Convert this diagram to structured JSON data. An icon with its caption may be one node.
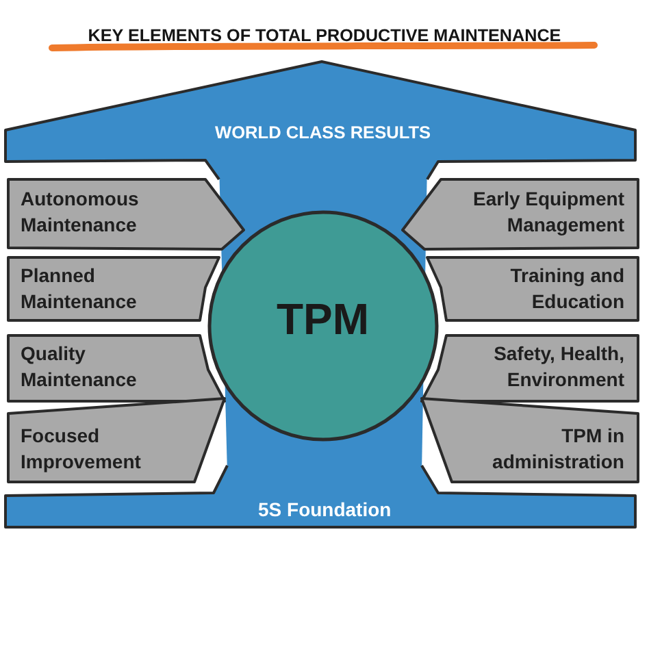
{
  "diagram": {
    "title": "KEY ELEMENTS OF TOTAL PRODUCTIVE MAINTENANCE",
    "nodes": [
      {
        "text": [
          "WORLD CLASS RESULTS"
        ]
      },
      {
        "text": [
          "Autonomous Maintenance"
        ]
      },
      {
        "text": [
          "Early Equipment Management"
        ]
      },
      {
        "text": [
          "Planned Maintenance"
        ]
      },
      {
        "text": [
          "Training and Education"
        ]
      },
      {
        "text": [
          "TPM"
        ]
      },
      {
        "text": [
          "Quality Maintenance"
        ]
      },
      {
        "text": [
          "Safety, Health, Environment"
        ]
      },
      {
        "text": [
          "Focused Improvement"
        ]
      },
      {
        "text": [
          "TPM in administration"
        ]
      },
      {
        "text": [
          "5S Foundation"
        ]
      }
    ]
  }
}
